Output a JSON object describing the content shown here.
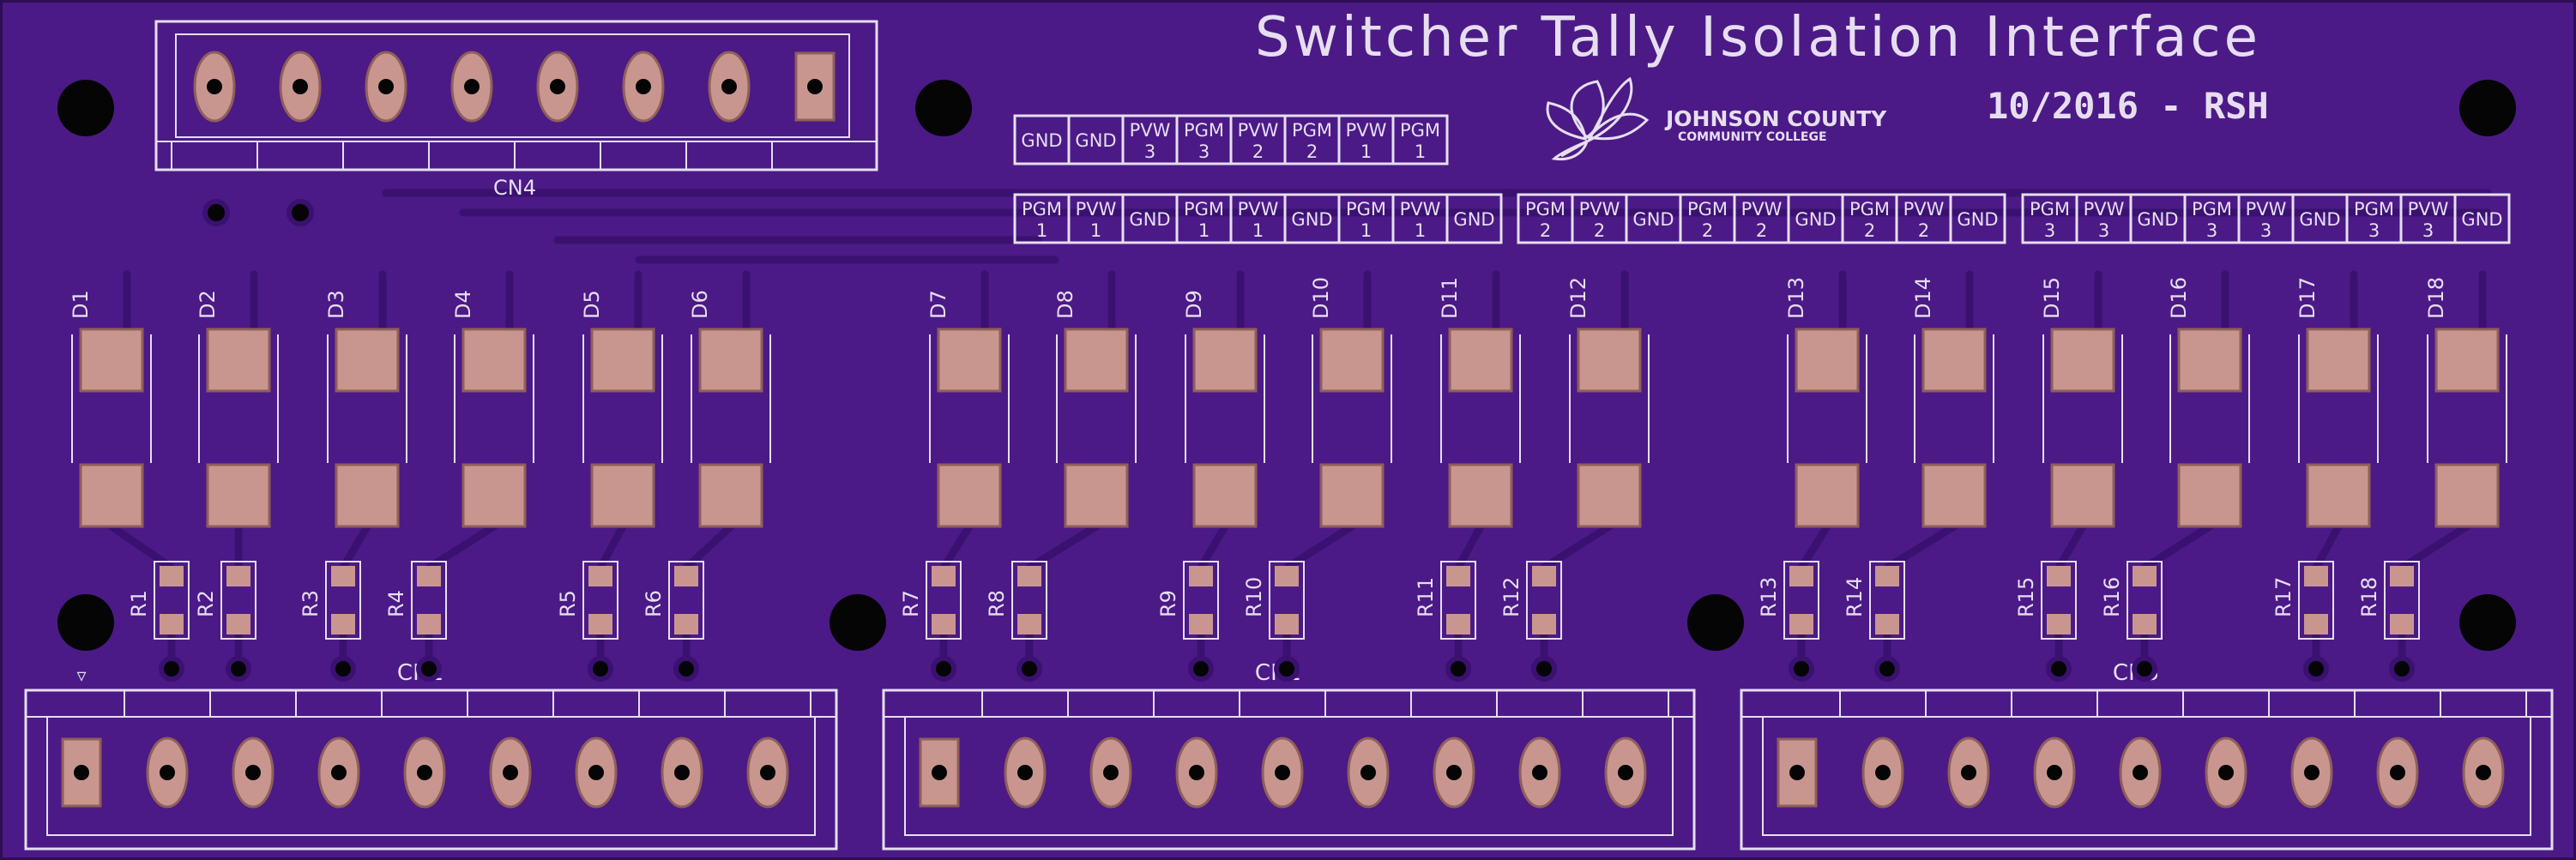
{
  "board": {
    "title": "Switcher Tally Isolation Interface",
    "date_author": "10/2016 - RSH",
    "logo_line1": "JOHNSON COUNTY",
    "logo_line2": "COMMUNITY COLLEGE",
    "colors": {
      "board": "#4b1a86",
      "board_edge": "#2d0d55",
      "trace": "#3a1170",
      "pad": "#c9968f",
      "pad_dark": "#8f5f5a",
      "silk": "#e6def0",
      "hole": "#050505"
    }
  },
  "connectors": {
    "cn4": {
      "label": "CN4",
      "pins": 8
    },
    "cn1": {
      "label": "CN1",
      "pins": 9
    },
    "cn2": {
      "label": "CN2",
      "pins": 9
    },
    "cn3": {
      "label": "CN3",
      "pins": 9
    },
    "pin1_marker": "▿",
    "pin1_marker_up": "▵"
  },
  "top_label_row": [
    [
      "GND",
      ""
    ],
    [
      "GND",
      ""
    ],
    [
      "PVW",
      "3"
    ],
    [
      "PGM",
      "3"
    ],
    [
      "PVW",
      "2"
    ],
    [
      "PGM",
      "2"
    ],
    [
      "PVW",
      "1"
    ],
    [
      "PGM",
      "1"
    ]
  ],
  "label_groups": [
    [
      [
        "PGM",
        "1"
      ],
      [
        "PVW",
        "1"
      ],
      [
        "GND",
        ""
      ],
      [
        "PGM",
        "1"
      ],
      [
        "PVW",
        "1"
      ],
      [
        "GND",
        ""
      ],
      [
        "PGM",
        "1"
      ],
      [
        "PVW",
        "1"
      ],
      [
        "GND",
        ""
      ]
    ],
    [
      [
        "PGM",
        "2"
      ],
      [
        "PVW",
        "2"
      ],
      [
        "GND",
        ""
      ],
      [
        "PGM",
        "2"
      ],
      [
        "PVW",
        "2"
      ],
      [
        "GND",
        ""
      ],
      [
        "PGM",
        "2"
      ],
      [
        "PVW",
        "2"
      ],
      [
        "GND",
        ""
      ]
    ],
    [
      [
        "PGM",
        "3"
      ],
      [
        "PVW",
        "3"
      ],
      [
        "GND",
        ""
      ],
      [
        "PGM",
        "3"
      ],
      [
        "PVW",
        "3"
      ],
      [
        "GND",
        ""
      ],
      [
        "PGM",
        "3"
      ],
      [
        "PVW",
        "3"
      ],
      [
        "GND",
        ""
      ]
    ]
  ],
  "diodes": [
    "D1",
    "D2",
    "D3",
    "D4",
    "D5",
    "D6",
    "D7",
    "D8",
    "D9",
    "D10",
    "D11",
    "D12",
    "D13",
    "D14",
    "D15",
    "D16",
    "D17",
    "D18"
  ],
  "resistors": [
    "R1",
    "R2",
    "R3",
    "R4",
    "R5",
    "R6",
    "R7",
    "R8",
    "R9",
    "R10",
    "R11",
    "R12",
    "R13",
    "R14",
    "R15",
    "R16",
    "R17",
    "R18"
  ]
}
